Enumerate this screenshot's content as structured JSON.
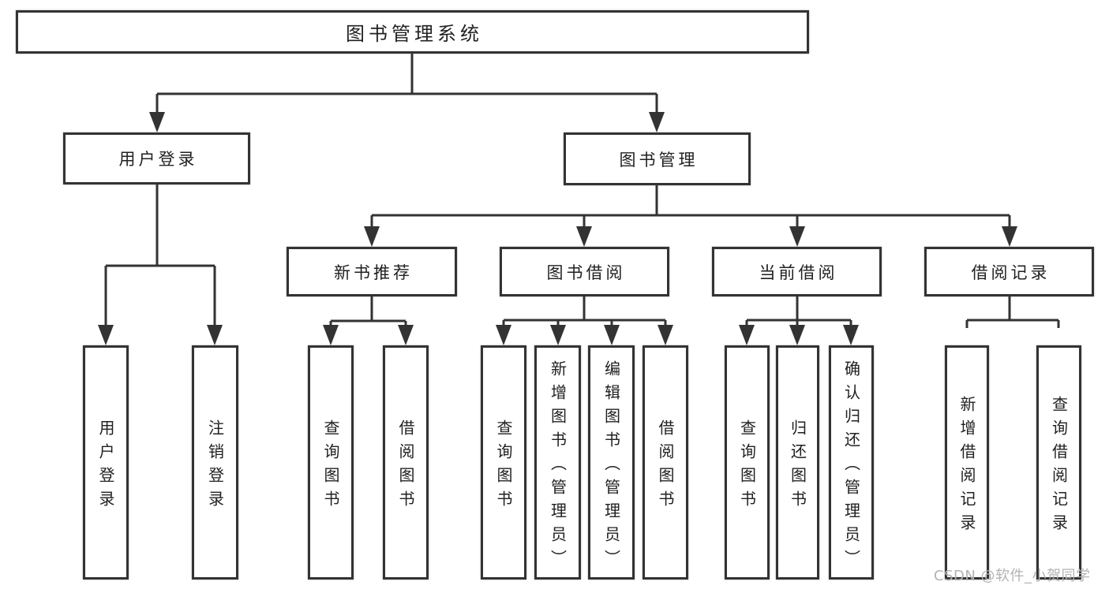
{
  "diagram": {
    "root": "图书管理系统",
    "branches": {
      "user_login": {
        "label": "用户登录",
        "children": [
          "用户登录",
          "注销登录"
        ]
      },
      "book_management": {
        "label": "图书管理",
        "groups": [
          {
            "label": "新书推荐",
            "children": [
              "查询图书",
              "借阅图书"
            ]
          },
          {
            "label": "图书借阅",
            "children": [
              "查询图书",
              "新增图书（管理员）",
              "编辑图书（管理员）",
              "借阅图书"
            ]
          },
          {
            "label": "当前借阅",
            "children": [
              "查询图书",
              "归还图书",
              "确认归还（管理员）"
            ]
          },
          {
            "label": "借阅记录",
            "children": [
              "新增借阅记录",
              "查询借阅记录"
            ]
          }
        ]
      }
    }
  },
  "watermark": "CSDN @软件_小贺同学",
  "colors": {
    "line": "#333333",
    "text": "#212121",
    "watermark": "#b3b3b3",
    "background": "#ffffff"
  }
}
